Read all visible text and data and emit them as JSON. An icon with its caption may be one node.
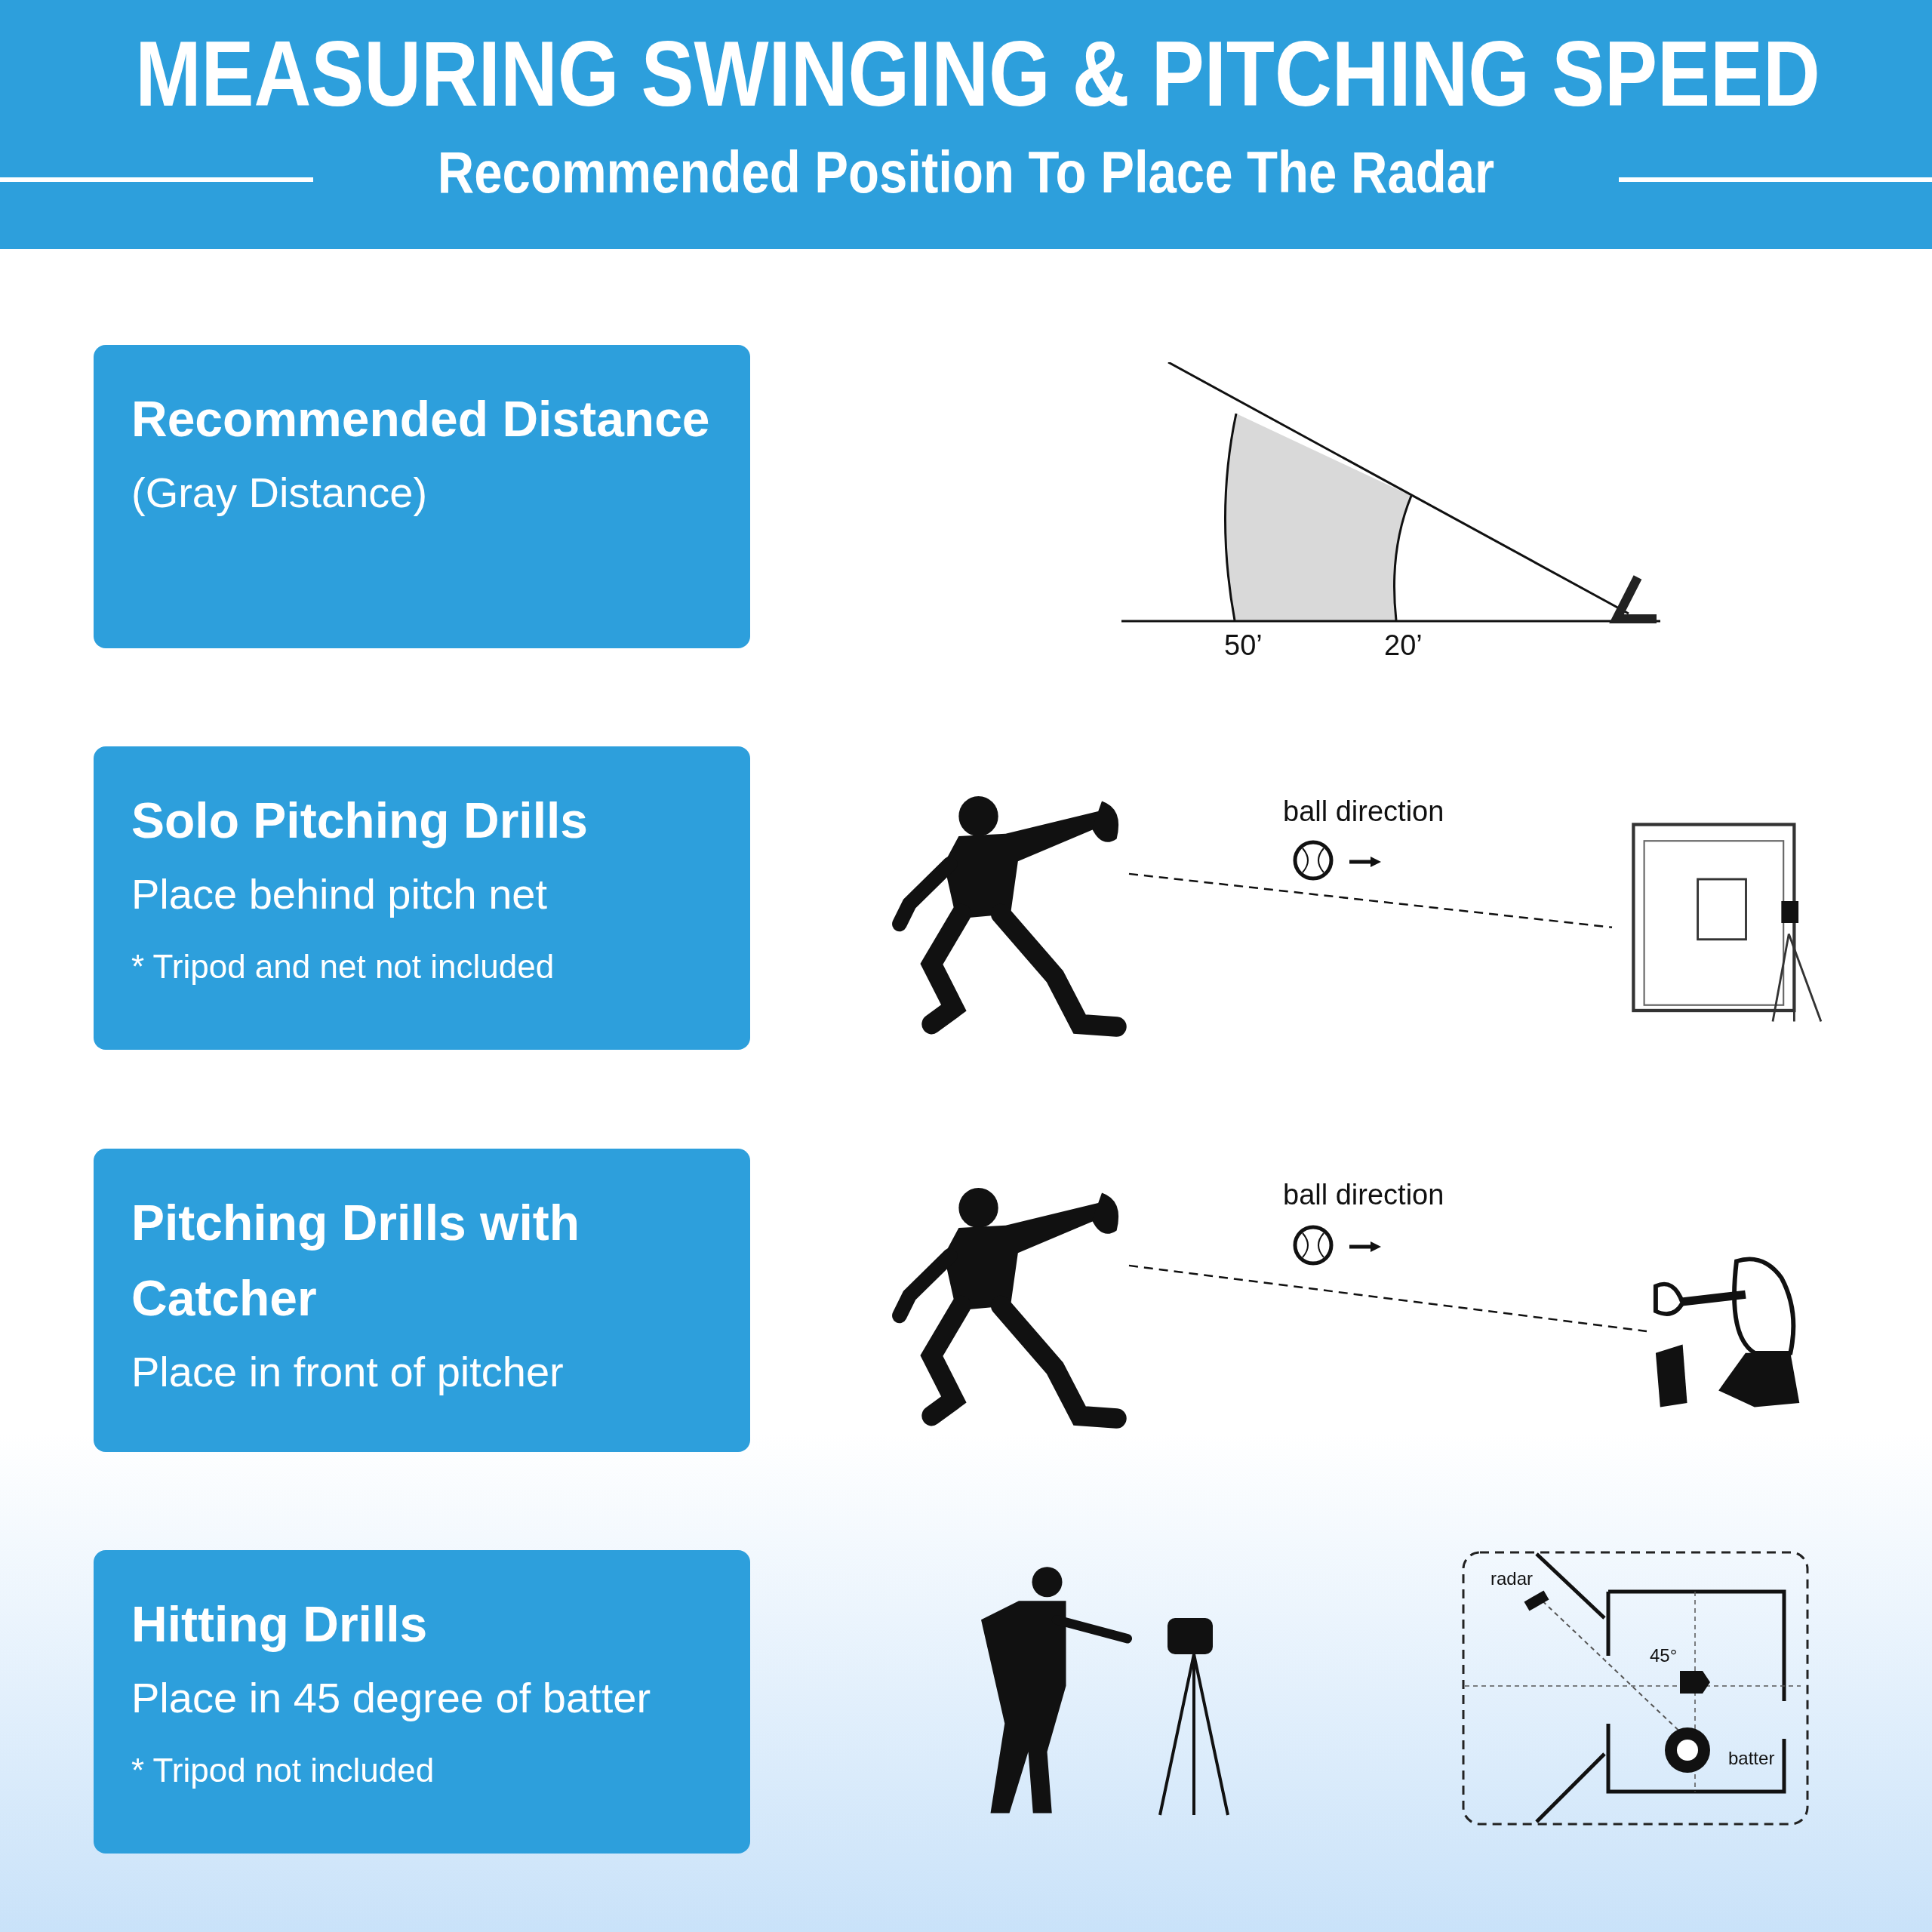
{
  "diagram": {
    "title": "MEASURING SWINGING & PITCHING SPEED",
    "nodes": [
      {
        "text": [
          "Recommended Distance",
          "(Gray Distance)"
        ]
      },
      {
        "text": [
          "Solo Pitching Drills",
          "Place behind pitch net",
          "* Tripod and net not included"
        ]
      },
      {
        "text": [
          "Pitching Drills with Catcher",
          "Place in front of pitcher"
        ]
      },
      {
        "text": [
          "Hitting Drills",
          "Place in 45 degree of batter",
          "* Tripod not included"
        ]
      },
      {
        "text": [],
        "shape": "person"
      },
      {
        "text": [],
        "shape": "picture"
      },
      {
        "text": [],
        "shape": "person"
      },
      {
        "text": [],
        "shape": "person"
      }
    ],
    "edges": [
      {
        "from": 4,
        "to": 5,
        "arrow": "none",
        "style": "dashed"
      },
      {
        "from": 6,
        "to": 7,
        "arrow": "none",
        "style": "dashed"
      }
    ],
    "labels": [
      "Recommended Position To Place The Radar",
      "50’",
      "20’",
      "ball direction",
      "ball direction",
      "radar",
      "45°",
      "batter"
    ]
  }
}
